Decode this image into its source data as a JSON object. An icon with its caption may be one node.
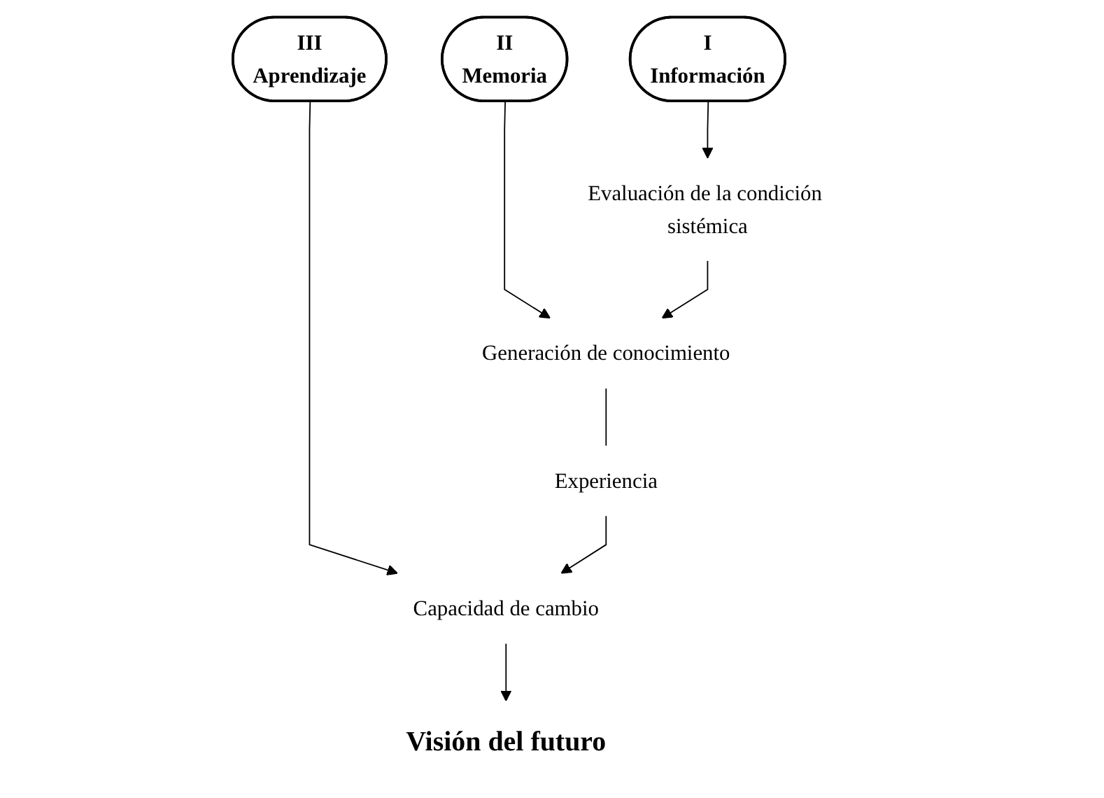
{
  "diagram": {
    "nodes": [
      {
        "text": [
          "I",
          "Información"
        ]
      },
      {
        "text": [
          "II",
          "Memoria"
        ]
      },
      {
        "text": [
          "III",
          "Aprendizaje"
        ]
      },
      {
        "text": [
          "Evaluación de la condición sistémica"
        ]
      },
      {
        "text": [
          "Generación de conocimiento"
        ]
      },
      {
        "text": [
          "Experiencia"
        ]
      },
      {
        "text": [
          "Capacidad de cambio"
        ]
      },
      {
        "text": [
          "Visión del futuro"
        ]
      }
    ],
    "edges": [
      {
        "from": 0,
        "to": 3,
        "arrow": "to"
      },
      {
        "from": 1,
        "to": 4,
        "arrow": "to"
      },
      {
        "from": 2,
        "to": 6,
        "arrow": "to"
      },
      {
        "from": 3,
        "to": 4,
        "arrow": "to"
      },
      {
        "from": 4,
        "to": 5,
        "arrow": "none"
      },
      {
        "from": 5,
        "to": 6,
        "arrow": "to"
      },
      {
        "from": 6,
        "to": 7,
        "arrow": "to"
      }
    ]
  }
}
